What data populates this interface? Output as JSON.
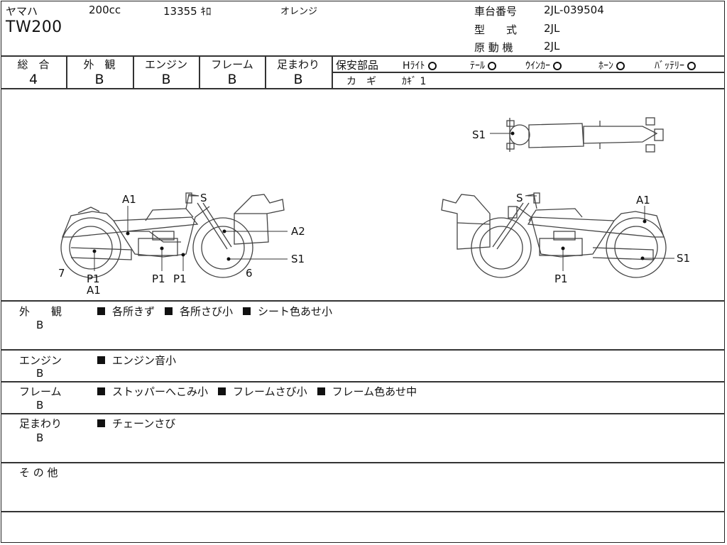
{
  "header": {
    "maker": "ヤマハ",
    "displacement": "200cc",
    "mileage": "13355 ｷﾛ",
    "color": "オレンジ",
    "model": "TW200",
    "frame_no_label": "車台番号",
    "frame_no": "2JL-039504",
    "type_label": "型　　式",
    "type_value": "2JL",
    "engine_label": "原 動 機",
    "engine_value": "2JL"
  },
  "grades": [
    {
      "label": "総　合",
      "value": "4"
    },
    {
      "label": "外　観",
      "value": "B"
    },
    {
      "label": "エンジン",
      "value": "B"
    },
    {
      "label": "フレーム",
      "value": "B"
    },
    {
      "label": "足まわり",
      "value": "B"
    }
  ],
  "safety": {
    "label": "保安部品",
    "items": [
      {
        "name": "Hﾗｲﾄ",
        "status": "○"
      },
      {
        "name": "ﾃｰﾙ",
        "status": "○"
      },
      {
        "name": "ｳｲﾝｶｰ",
        "status": "○"
      },
      {
        "name": "ﾎｰﾝ",
        "status": "○"
      },
      {
        "name": "ﾊﾞｯﾃﾘｰ",
        "status": "○"
      }
    ],
    "key_label": "カ　ギ",
    "key_value": "ｶｷﾞ 1"
  },
  "diagram": {
    "left_marks": [
      "A1",
      "S",
      "A2",
      "S1",
      "7",
      "P1",
      "A1",
      "P1",
      "P1",
      "6"
    ],
    "right_marks": [
      "S",
      "A1",
      "S1",
      "P1"
    ],
    "top_marks": [
      "S1"
    ]
  },
  "sections": [
    {
      "label": "外　　観",
      "grade": "B",
      "items": [
        "各所きず",
        "各所さび小",
        "シート色あせ小"
      ]
    },
    {
      "label": "エンジン",
      "grade": "B",
      "items": [
        "エンジン音小"
      ]
    },
    {
      "label": "フレーム",
      "grade": "B",
      "items": [
        "ストッパーへこみ小",
        "フレームさび小",
        "フレーム色あせ中"
      ]
    },
    {
      "label": "足まわり",
      "grade": "B",
      "items": [
        "チェーンさび"
      ]
    },
    {
      "label": "そ の 他",
      "grade": "",
      "items": []
    }
  ]
}
